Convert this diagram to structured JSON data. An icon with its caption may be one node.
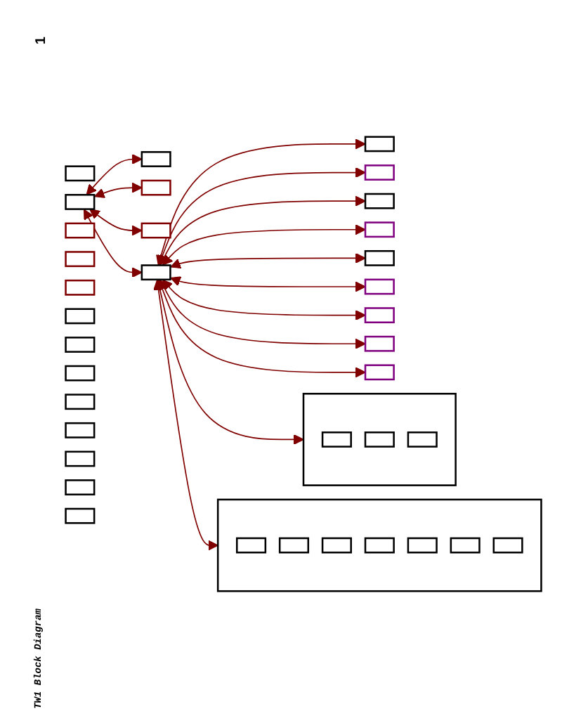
{
  "diagram": {
    "title": "TW1 Block Diagram",
    "nodes": [
      {
        "text": [],
        "shape": "box"
      },
      {
        "text": [],
        "shape": "box"
      },
      {
        "text": [],
        "shape": "box"
      },
      {
        "text": [],
        "shape": "box"
      },
      {
        "text": [],
        "shape": "box"
      },
      {
        "text": [],
        "shape": "box"
      },
      {
        "text": [],
        "shape": "box"
      },
      {
        "text": [],
        "shape": "box"
      },
      {
        "text": [],
        "shape": "box"
      },
      {
        "text": [],
        "shape": "box"
      },
      {
        "text": [],
        "shape": "box"
      },
      {
        "text": [],
        "shape": "box"
      },
      {
        "text": [],
        "shape": "box"
      },
      {
        "text": [],
        "shape": "box"
      },
      {
        "text": [],
        "shape": "box"
      },
      {
        "text": [],
        "shape": "box"
      },
      {
        "text": [],
        "shape": "box"
      },
      {
        "text": [],
        "shape": "box"
      },
      {
        "text": [],
        "shape": "box"
      },
      {
        "text": [],
        "shape": "box",
        "in": 18
      },
      {
        "text": [],
        "shape": "box",
        "in": 18
      },
      {
        "text": [],
        "shape": "box",
        "in": 18
      },
      {
        "text": [],
        "shape": "box"
      },
      {
        "text": [],
        "shape": "box",
        "in": 22
      },
      {
        "text": [],
        "shape": "box",
        "in": 22
      },
      {
        "text": [],
        "shape": "box",
        "in": 22
      },
      {
        "text": [],
        "shape": "box",
        "in": 22
      },
      {
        "text": [],
        "shape": "box",
        "in": 22
      },
      {
        "text": [],
        "shape": "box",
        "in": 22
      },
      {
        "text": [],
        "shape": "box",
        "in": 22
      },
      {
        "text": [],
        "shape": "box"
      },
      {
        "text": [],
        "shape": "box"
      },
      {
        "text": [],
        "shape": "box"
      },
      {
        "text": [],
        "shape": "box"
      },
      {
        "text": [],
        "shape": "box"
      },
      {
        "text": [],
        "shape": "box"
      },
      {
        "text": [],
        "shape": "box"
      },
      {
        "text": [],
        "shape": "box"
      }
    ],
    "edges": [
      {
        "from": 2,
        "to": 0,
        "arrow": "both"
      },
      {
        "from": 2,
        "to": 3,
        "arrow": "both"
      },
      {
        "from": 2,
        "to": 4,
        "arrow": "both"
      },
      {
        "from": 2,
        "to": 8,
        "arrow": "both"
      },
      {
        "from": 8,
        "to": 9,
        "arrow": "both"
      },
      {
        "from": 8,
        "to": 11,
        "arrow": "both"
      },
      {
        "from": 8,
        "to": 16,
        "arrow": "both"
      },
      {
        "from": 8,
        "to": 15,
        "arrow": "both"
      },
      {
        "from": 8,
        "to": 17,
        "arrow": "both"
      },
      {
        "from": 8,
        "to": 18,
        "arrow": "both"
      },
      {
        "from": 8,
        "to": 22,
        "arrow": "both"
      },
      {
        "from": 8,
        "to": 30,
        "arrow": "both"
      },
      {
        "from": 8,
        "to": 31,
        "arrow": "both"
      },
      {
        "from": 8,
        "to": 32,
        "arrow": "both"
      },
      {
        "from": 8,
        "to": 33,
        "arrow": "both"
      }
    ],
    "labels": [
      "1"
    ]
  }
}
